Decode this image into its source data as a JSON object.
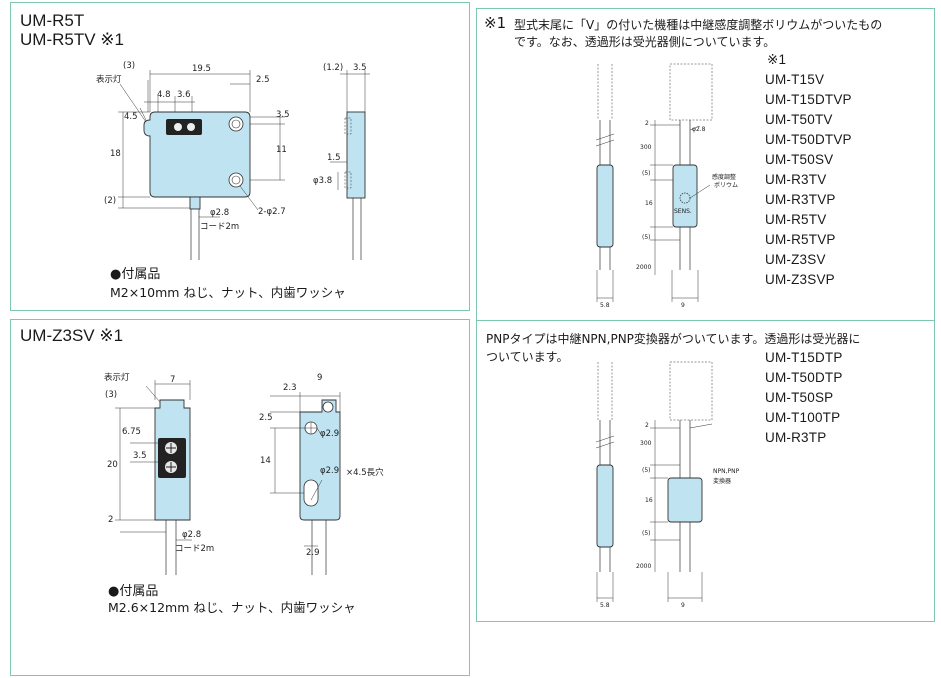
{
  "left_top": {
    "title_line1": "UM-R5T",
    "title_line2": "UM-R5TV ※1",
    "indicator_label": "表示灯",
    "dims": {
      "d3": "(3)",
      "d19_5": "19.5",
      "d2_5": "2.5",
      "d4_5": "4.5",
      "d4_8": "4.8",
      "d3_6": "3.6",
      "d3_5": "3.5",
      "d18": "18",
      "d11": "11",
      "d2": "(2)",
      "phi2_8": "φ2.8",
      "phi2_7": "2-φ2.7",
      "cord": "コード2m",
      "s1_2": "(1.2)",
      "s3_5": "3.5",
      "s1_5": "1.5",
      "phi3_8": "φ3.8"
    },
    "accessory_heading": "●付属品",
    "accessory_text": "M2×10mm ねじ、ナット、内歯ワッシャ"
  },
  "left_bottom": {
    "title": "UM-Z3SV ※1",
    "indicator_label": "表示灯",
    "dims": {
      "d7": "7",
      "d3": "(3)",
      "d6_75": "6.75",
      "d20": "20",
      "d3_5": "3.5",
      "d2": "2",
      "phi2_8": "φ2.8",
      "cord": "コード2m",
      "d2_3": "2.3",
      "d9": "9",
      "d2_5": "2.5",
      "phi2_9a": "φ2.9",
      "d14": "14",
      "phi2_9b": "φ2.9",
      "slot": "×4.5長穴",
      "d2_9": "2.9"
    },
    "accessory_heading": "●付属品",
    "accessory_text": "M2.6×12mm ねじ、ナット、内歯ワッシャ"
  },
  "right": {
    "note_mark": "※1",
    "note_line1": "型式末尾に「V」の付いた機種は中継感度調整ボリウムがついたもの",
    "note_line2": "です。なお、透過形は受光器側についています。",
    "models_header": "※1",
    "models_v": [
      "UM-T15V",
      "UM-T15DTVP",
      "UM-T50TV",
      "UM-T50DTVP",
      "UM-T50SV",
      "UM-R3TV",
      "UM-R3TVP",
      "UM-R5TV",
      "UM-R5TVP",
      "UM-Z3SV",
      "UM-Z3SVP"
    ],
    "diag1": {
      "d2": "2",
      "phi2_8": "φ2.8",
      "d300": "300",
      "d5a": "(5)",
      "d16": "16",
      "d5b": "(5)",
      "d2000": "2000",
      "w5_8": "5.8",
      "w9": "9",
      "vol_label1": "感度調整",
      "vol_label2": "ボリウム",
      "sens": "SENS."
    },
    "pnp_line1": "PNPタイプは中継NPN,PNP変換器がついています。透過形は受光器に",
    "pnp_line2": "ついています。",
    "models_pnp": [
      "UM-T15DTP",
      "UM-T50DTP",
      "UM-T50SP",
      "UM-T100TP",
      "UM-R3TP"
    ],
    "diag2": {
      "d2": "2",
      "d300": "300",
      "d5a": "(5)",
      "d16": "16",
      "d5b": "(5)",
      "d2000": "2000",
      "w5_8": "5.8",
      "w9": "9",
      "conv_label1": "NPN,PNP",
      "conv_label2": "変換器"
    }
  }
}
